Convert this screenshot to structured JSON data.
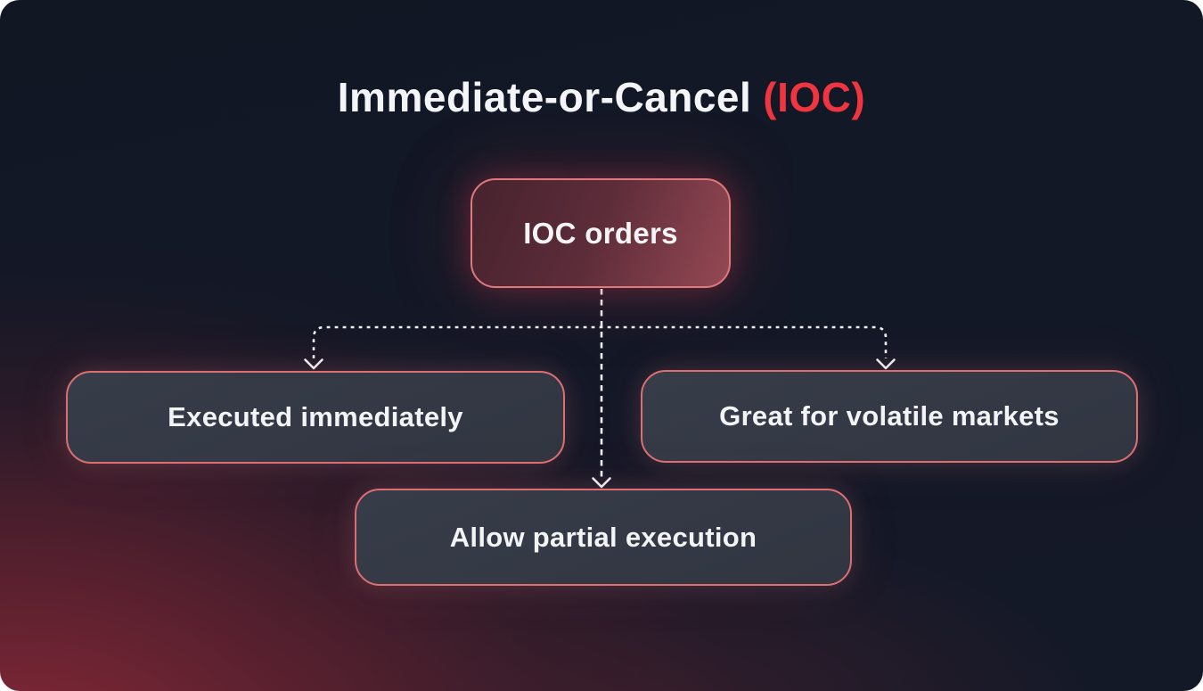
{
  "title": {
    "text": "Immediate-or-Cancel",
    "highlight": "(IOC)"
  },
  "nodes": {
    "root": {
      "label": "IOC orders"
    },
    "left": {
      "label": "Executed immediately"
    },
    "right": {
      "label": "Great for volatile markets"
    },
    "bottom": {
      "label": "Allow partial execution"
    }
  },
  "colors": {
    "canvas_background": "#131826",
    "background_glow": "#8e2a38",
    "title_text": "#f4f5f7",
    "title_accent": "#ef353f",
    "root_fill_dark": "#46232e",
    "root_fill_light": "#954954",
    "leaf_fill": "#343946",
    "node_border": "#dd6f72",
    "connector_line": "#eef0f3",
    "node_text": "#f3f4f6"
  }
}
